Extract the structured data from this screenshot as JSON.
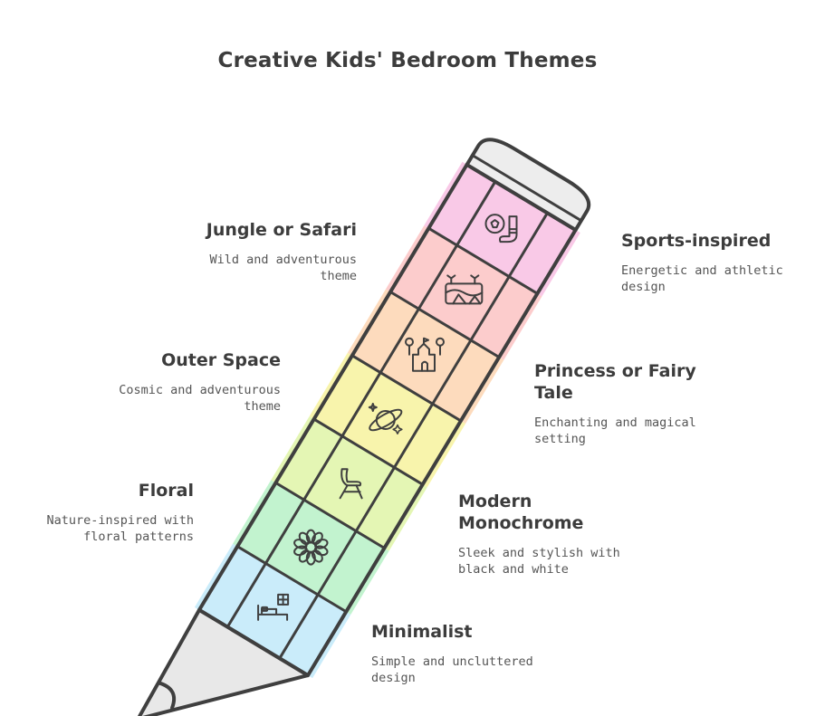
{
  "title": "Creative Kids' Bedroom Themes",
  "themes": [
    {
      "title": "Sports-inspired",
      "desc": "Energetic and athletic design",
      "icon": "soccer-ball-icon",
      "color": "#f9c6e6"
    },
    {
      "title": "Jungle or Safari",
      "desc": "Wild and adventurous theme",
      "icon": "jungle-icon",
      "color": "#fcc9c9"
    },
    {
      "title": "Princess or Fairy Tale",
      "desc": "Enchanting and magical setting",
      "icon": "castle-icon",
      "color": "#fdd9b9"
    },
    {
      "title": "Outer Space",
      "desc": "Cosmic and adventurous theme",
      "icon": "planet-icon",
      "color": "#f8f3a8"
    },
    {
      "title": "Modern Monochrome",
      "desc": "Sleek and stylish with black and white",
      "icon": "chair-icon",
      "color": "#e3f5b0"
    },
    {
      "title": "Floral",
      "desc": "Nature-inspired with floral patterns",
      "icon": "flower-icon",
      "color": "#bff2cc"
    },
    {
      "title": "Minimalist",
      "desc": "Simple and uncluttered design",
      "icon": "bed-icon",
      "color": "#c7ebfa"
    }
  ],
  "colors": {
    "outline": "#3f3f3f",
    "tip": "#e8e8e8"
  }
}
